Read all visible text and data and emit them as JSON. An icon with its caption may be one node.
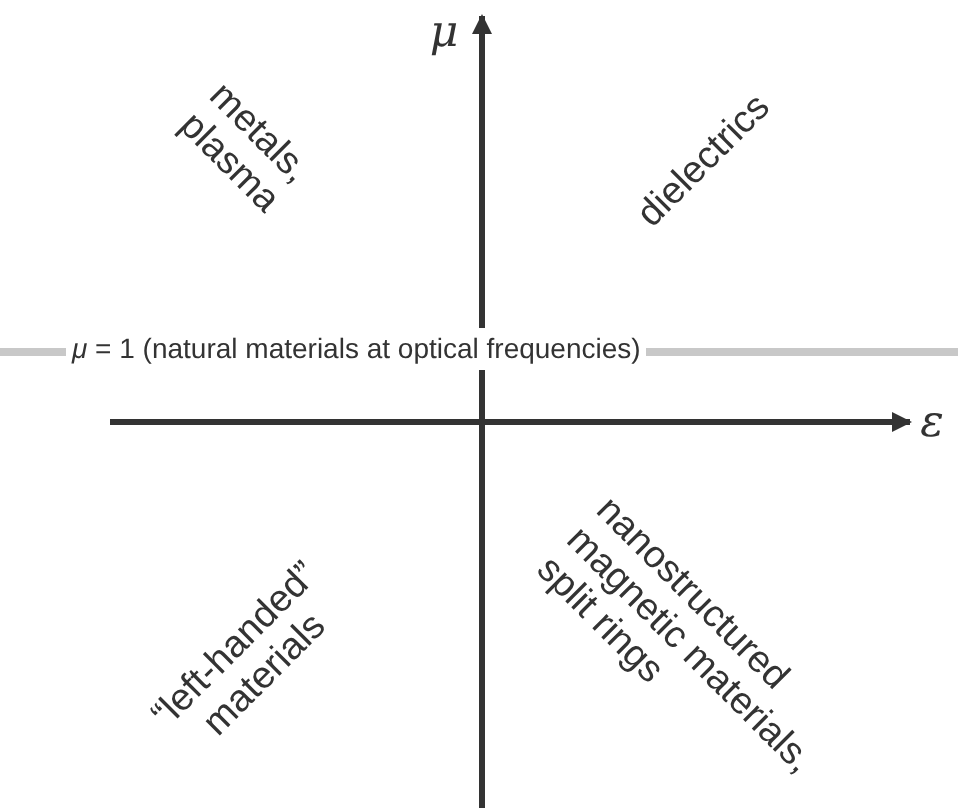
{
  "diagram": {
    "labels": [
      "μ",
      "metals, plasma",
      "dielectrics",
      "*μ* = 1 (natural materials at optical frequencies)",
      "ε",
      "“left-handed” materials",
      "nanostructured magnetic materials, split rings"
    ]
  }
}
